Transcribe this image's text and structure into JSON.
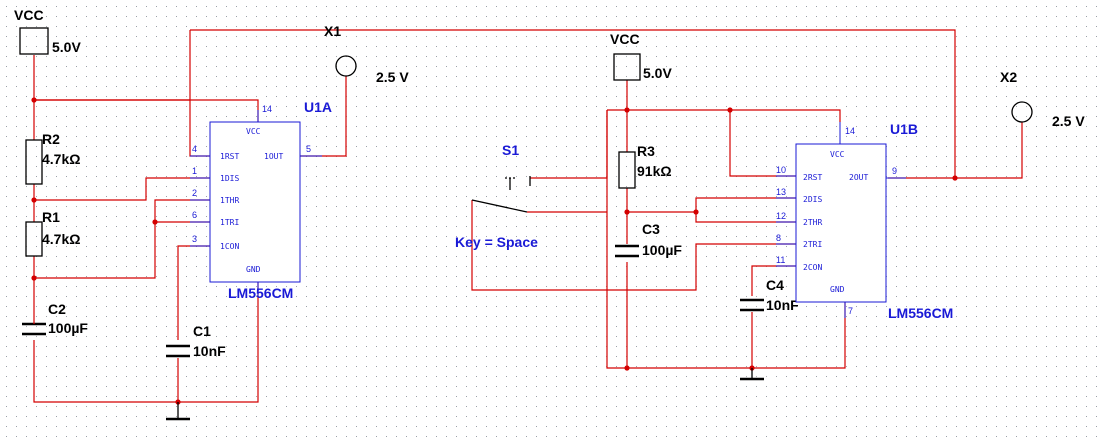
{
  "grid": {
    "color": "#9aa0a8"
  },
  "colors": {
    "wire": "#d40000",
    "part_label": "#1a1ad6",
    "component": "#000000",
    "background": "#ffffff"
  },
  "left": {
    "vcc": {
      "name": "VCC",
      "value": "5.0V"
    },
    "probe": {
      "name": "X1",
      "value": "2.5 V"
    },
    "ic": {
      "name": "U1A",
      "part": "LM556CM",
      "pins": {
        "vcc_name": "VCC",
        "gnd_name": "GND",
        "rst": "1RST",
        "dis": "1DIS",
        "thr": "1THR",
        "trg": "1TRI",
        "con": "1CON",
        "out": "1OUT"
      },
      "pin_numbers": {
        "rst": "4",
        "dis": "1",
        "thr": "2",
        "trg": "6",
        "con": "3",
        "out": "5",
        "vcc": "14"
      }
    },
    "r2": {
      "name": "R2",
      "value": "4.7kΩ"
    },
    "r1": {
      "name": "R1",
      "value": "4.7kΩ"
    },
    "c2": {
      "name": "C2",
      "value": "100µF"
    },
    "c1": {
      "name": "C1",
      "value": "10nF"
    }
  },
  "right": {
    "vcc": {
      "name": "VCC",
      "value": "5.0V"
    },
    "probe": {
      "name": "X2",
      "value": "2.5 V"
    },
    "switch": {
      "name": "S1",
      "key": "Key = Space"
    },
    "ic": {
      "name": "U1B",
      "part": "LM556CM",
      "pins": {
        "vcc_name": "VCC",
        "gnd_name": "GND",
        "rst": "2RST",
        "dis": "2DIS",
        "thr": "2THR",
        "trg": "2TRI",
        "con": "2CON",
        "out": "2OUT"
      },
      "pin_numbers": {
        "rst": "10",
        "dis": "13",
        "thr": "12",
        "trg": "8",
        "con": "11",
        "out": "9",
        "vcc": "14",
        "gnd": "7"
      }
    },
    "r3": {
      "name": "R3",
      "value": "91kΩ"
    },
    "c3": {
      "name": "C3",
      "value": "100µF"
    },
    "c4": {
      "name": "C4",
      "value": "10nF"
    }
  }
}
